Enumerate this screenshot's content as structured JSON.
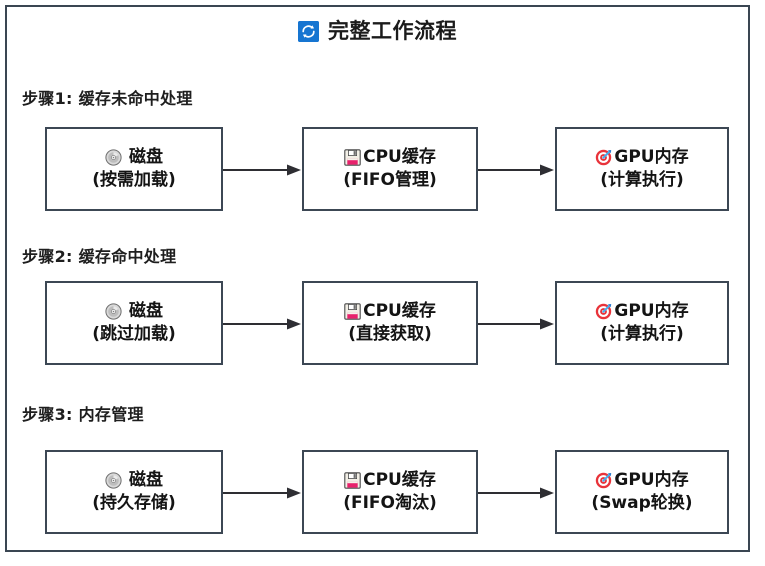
{
  "title": {
    "icon": "refresh-cycle-icon",
    "text": "完整工作流程"
  },
  "accent_color": "#1675d1",
  "border_color": "#3c4754",
  "text_color": "#141414",
  "steps": [
    {
      "heading": "步骤1: 缓存未命中处理",
      "nodes": [
        {
          "icon": "optical-disk-icon",
          "name": "磁盘",
          "detail": "(按需加载)"
        },
        {
          "icon": "floppy-disk-icon",
          "name": "CPU缓存",
          "detail": "(FIFO管理)"
        },
        {
          "icon": "dart-target-icon",
          "name": "GPU内存",
          "detail": "(计算执行)"
        }
      ],
      "arrows": [
        "arrow-right",
        "arrow-right"
      ]
    },
    {
      "heading": "步骤2: 缓存命中处理",
      "nodes": [
        {
          "icon": "optical-disk-icon",
          "name": "磁盘",
          "detail": "(跳过加载)"
        },
        {
          "icon": "floppy-disk-icon",
          "name": "CPU缓存",
          "detail": "(直接获取)"
        },
        {
          "icon": "dart-target-icon",
          "name": "GPU内存",
          "detail": "(计算执行)"
        }
      ],
      "arrows": [
        "arrow-right",
        "arrow-right"
      ]
    },
    {
      "heading": "步骤3: 内存管理",
      "nodes": [
        {
          "icon": "optical-disk-icon",
          "name": "磁盘",
          "detail": "(持久存储)"
        },
        {
          "icon": "floppy-disk-icon",
          "name": "CPU缓存",
          "detail": "(FIFO淘汰)"
        },
        {
          "icon": "dart-target-icon",
          "name": "GPU内存",
          "detail": "(Swap轮换)"
        }
      ],
      "arrows": [
        "arrow-right",
        "arrow-right"
      ]
    }
  ]
}
